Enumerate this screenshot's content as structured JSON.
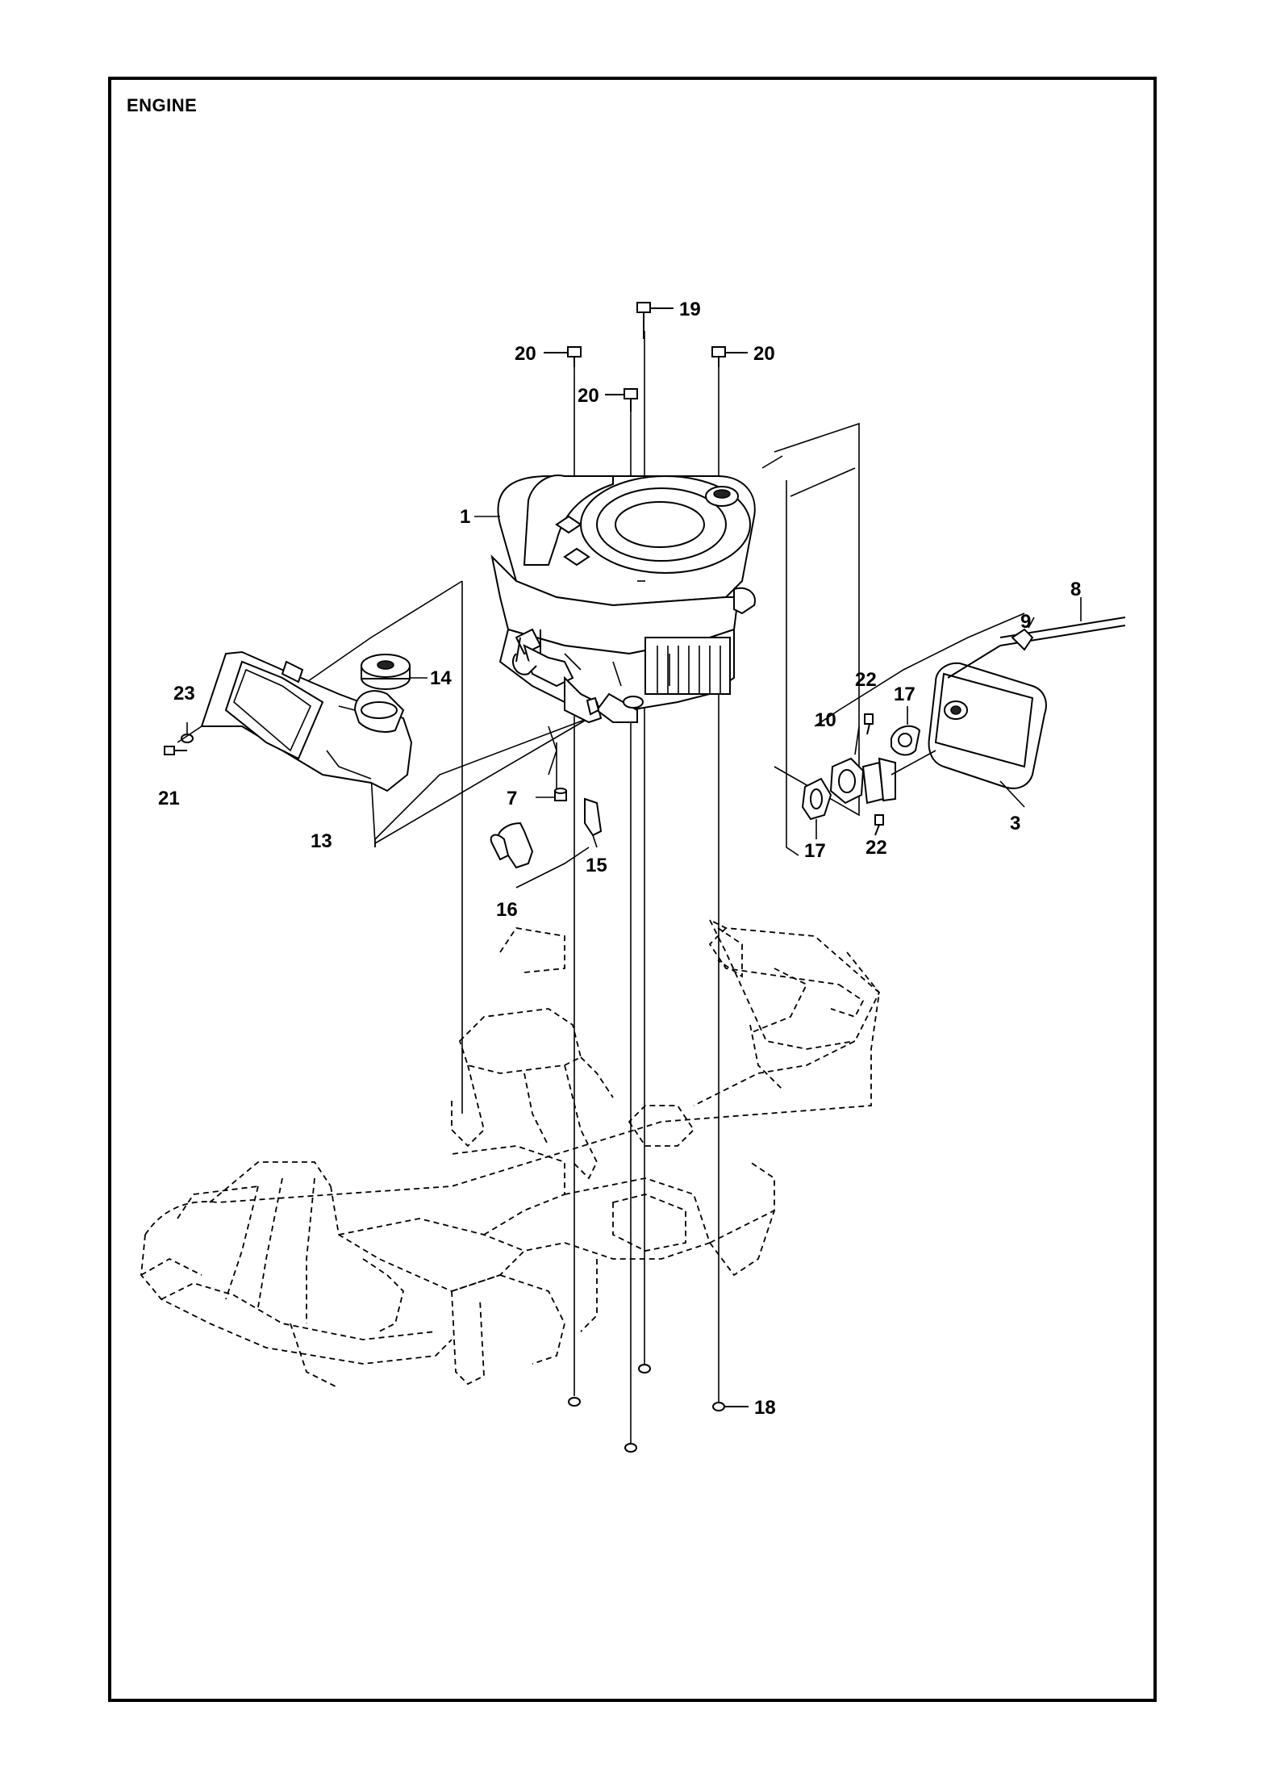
{
  "title": "ENGINE",
  "callouts": {
    "c1": "1",
    "c3": "3",
    "c7": "7",
    "c8": "8",
    "c9": "9",
    "c10": "10",
    "c13": "13",
    "c14": "14",
    "c15": "15",
    "c16": "16",
    "c17a": "17",
    "c17b": "17",
    "c18": "18",
    "c19": "19",
    "c20a": "20",
    "c20b": "20",
    "c20c": "20",
    "c21": "21",
    "c22a": "22",
    "c22b": "22",
    "c23": "23"
  }
}
